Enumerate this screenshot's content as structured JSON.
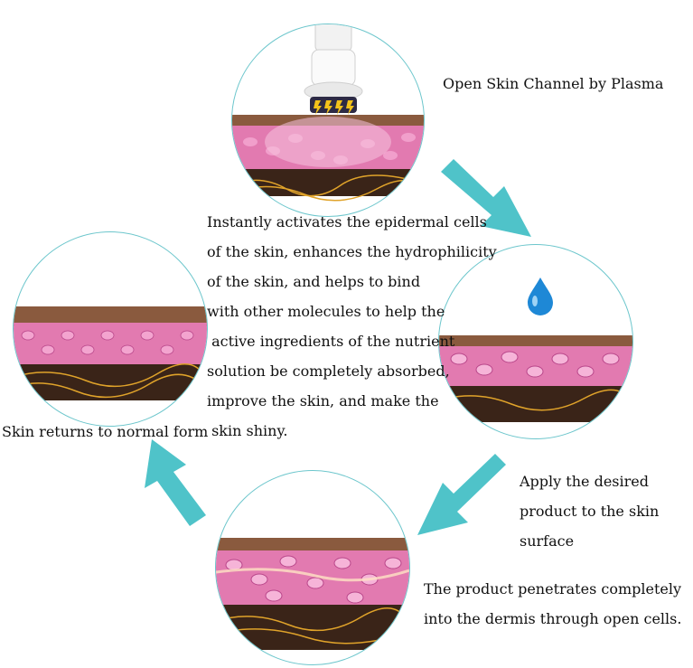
{
  "labels": {
    "step1_title": "Open Skin Channel by Plasma",
    "description": [
      "Instantly activates the epidermal cells",
      "of the skin, enhances the hydrophilicity",
      "of the skin, and helps to bind",
      "with other molecules to help the",
      " active ingredients of the nutrient",
      "solution be completely absorbed,",
      "improve the skin, and make the",
      " skin shiny."
    ],
    "step2_text": [
      "Apply the desired",
      "product to the skin",
      "surface"
    ],
    "step3_text": [
      "The product penetrates completely",
      "into the dermis through open cells."
    ],
    "step4_text": "Skin returns to normal form"
  },
  "colors": {
    "arrow": "#4fc3c9",
    "circle_border": "#6cc6cc",
    "skin_pink": "#e27ab0",
    "skin_cell": "#f3a4cf",
    "surface_brown": "#7a4e35",
    "dermis_dark": "#3a2418",
    "fiber_gold": "#e0a32a",
    "drop_blue": "#1e88d6"
  },
  "icons": [
    "plasma-device-icon",
    "lightning-icon",
    "water-drop-icon",
    "cycle-arrow-icon"
  ]
}
